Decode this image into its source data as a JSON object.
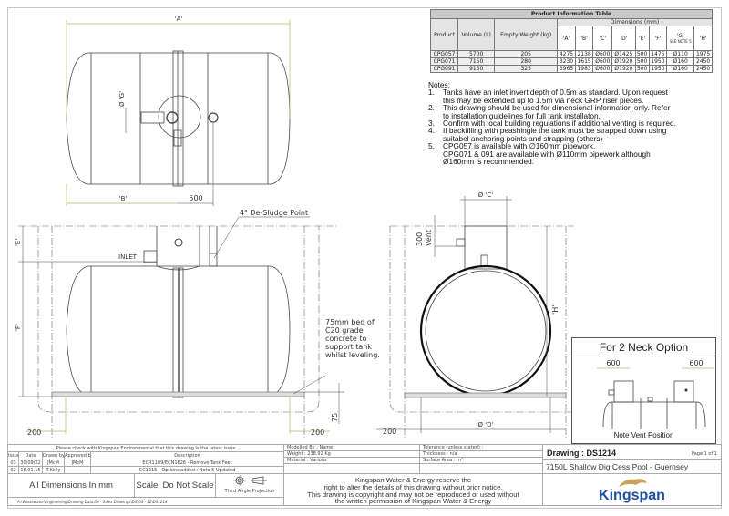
{
  "top_view": {
    "dim_a": "'A'",
    "dim_b": "'B'",
    "dim_500": "500",
    "dim_g": "Ø 'G'"
  },
  "side_view": {
    "desludge": "4\" De-Sludge Point",
    "inlet": "INLET",
    "dim_e": "'E'",
    "dim_f": "'F'",
    "dim_200_left": "200",
    "dim_200_right": "200",
    "dim_75": "75",
    "bed_note": [
      "75mm bed of",
      "C20 grade",
      "concrete to",
      "support tank",
      "whilst leveling."
    ]
  },
  "end_view": {
    "dim_c": "Ø 'C'",
    "vent_300": "300",
    "vent": "Vent",
    "dim_d": "Ø 'D'",
    "dim_h": "'H'",
    "dim_200": "200"
  },
  "product_table": {
    "title": "Product Information Table",
    "headers": {
      "product": "Product",
      "volume": "Volume (L)",
      "weight": "Empty Weight (kg)",
      "dimensions": "Dimensions (mm)",
      "cols": [
        "'A'",
        "'B'",
        "'C'",
        "'D'",
        "'E'",
        "'F'",
        "'G'",
        "'H'"
      ],
      "g_note": "SEE NOTE 5"
    },
    "rows": [
      [
        "CPG057",
        "5700",
        "205",
        "4275",
        "2138",
        "Ø600",
        "Ø1425",
        "500",
        "1475",
        "Ø110",
        "1975"
      ],
      [
        "CPG071",
        "7150",
        "280",
        "3230",
        "1615",
        "Ø600",
        "Ø1920",
        "500",
        "1950",
        "Ø160",
        "2450"
      ],
      [
        "CPG091",
        "9150",
        "325",
        "3965",
        "1983",
        "Ø600",
        "Ø1920",
        "500",
        "1950",
        "Ø160",
        "2450"
      ]
    ]
  },
  "notes": {
    "title": "Notes:",
    "items": [
      {
        "n": "1.",
        "lines": [
          "Tanks have an inlet invert depth of 0.5m as standard. Upon request",
          "this may be extended up to 1.5m via neck GRP riser pieces."
        ]
      },
      {
        "n": "2.",
        "lines": [
          "This drawing should be used for dimensional information only. Refer",
          "to installation guidelines for full tank installaton."
        ]
      },
      {
        "n": "3.",
        "lines": [
          "Confirm with local building regulations if additional venting is required."
        ]
      },
      {
        "n": "4.",
        "lines": [
          "If backfilling with peashingle the tank must be strapped down using",
          "suitabel anchoring points and strapping (others)"
        ]
      },
      {
        "n": "5.",
        "lines": [
          "CPG057 is available with ∅160mm pipework.",
          "CPG071 & 091 are available with Ø110mm pipework although",
          "Ø160mm is recommended."
        ]
      }
    ]
  },
  "two_neck": {
    "title": "For 2 Neck Option",
    "dim_left": "600",
    "dim_right": "600",
    "footer": "Note Vent Position"
  },
  "title_block": {
    "check": "Please check with Kingspan Environmental that this drawing is the latest issue",
    "rev_headers": [
      "Issue",
      "Date",
      "Drawn by",
      "Approved by",
      "Description"
    ],
    "revisions": [
      [
        "03",
        "30/09/22",
        "JMcM",
        "JMcM",
        "ECR1189/ECN1626 - Remove Tank Feet"
      ],
      [
        "02",
        "16.01.15",
        "T.Kelly",
        "",
        "CC1215 - Options added : Note 5 Updated"
      ]
    ],
    "all_dims": "All Dimensions In mm",
    "scale": "Scale: Do Not Scale",
    "projection": "Third Angle Projection",
    "path": "A:\\Wastewater\\Engineering\\Drawing Data\\50 - Sales Drawings\\DS\\DS - 12\\DS1214",
    "modelled": "Modelled By : Name",
    "weight": "Weight : 238.92 Kg",
    "material": "Material : Various",
    "tolerance": "Tolerance (unless stated) :",
    "thickness": "Thickness : n/a",
    "surface": "Surface Area : m²",
    "disclaimer": [
      "Kingspan Water & Energy reserve the",
      "right to alter the details of this drawing without prior notice.",
      "This drawing is copyright and may not be reproduced or used without",
      "the written permission of Kingspan Water & Energy"
    ],
    "drawing_no": "Drawing : DS1214",
    "page": "Page 1 of 1",
    "drawing_title": "7150L Shallow Dig Cess Pool - Guernsey",
    "logo": "Kingspan",
    "logo_color": "#1f4e9c"
  }
}
